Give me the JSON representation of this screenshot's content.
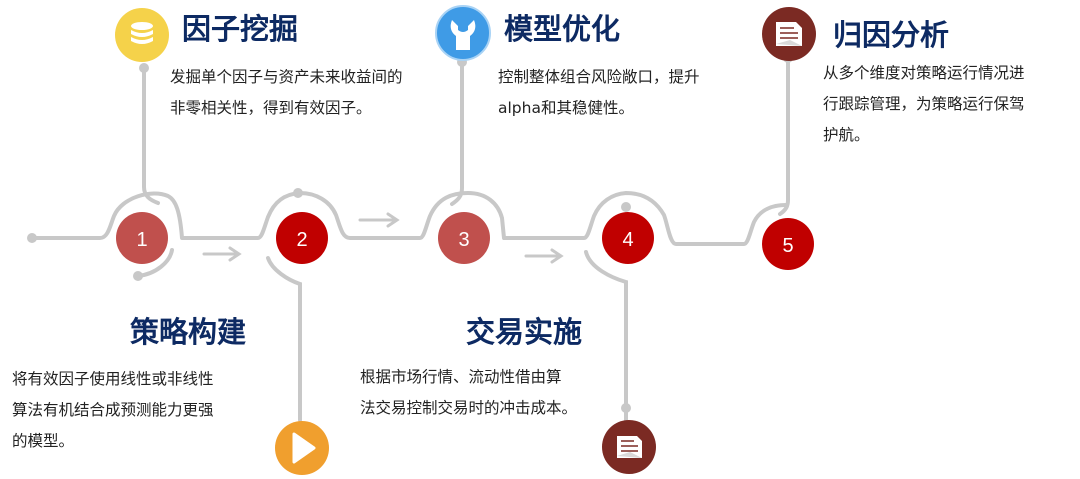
{
  "colors": {
    "line": "#c8c8c8",
    "step_light": "#c0504d",
    "step_dark": "#c00000",
    "title": "#0d2a63",
    "icon_yellow": "#f5d24a",
    "icon_blue": "#3f9be6",
    "icon_orange": "#f09f2e",
    "icon_brown": "#7b2a23"
  },
  "steps": [
    {
      "number": "1",
      "title": "因子挖掘",
      "icon": "database-icon",
      "desc_lines": [
        "发掘单个因子与资产未来收益间的",
        "非零相关性，得到有效因子。"
      ]
    },
    {
      "number": "2",
      "title": "策略构建",
      "icon": "play-icon",
      "desc_lines": [
        "将有效因子使用线性或非线性",
        "算法有机结合成预测能力更强",
        "的模型。"
      ]
    },
    {
      "number": "3",
      "title": "模型优化",
      "icon": "wrench-icon",
      "desc_lines": [
        "控制整体组合风险敞口，提升",
        "alpha和其稳健性。"
      ]
    },
    {
      "number": "4",
      "title": "交易实施",
      "icon": "document-icon",
      "desc_lines": [
        "根据市场行情、流动性借由算",
        "法交易控制交易时的冲击成本。"
      ]
    },
    {
      "number": "5",
      "title": "归因分析",
      "icon": "document-icon",
      "desc_lines": [
        "从多个维度对策略运行情况进",
        "行跟踪管理，为策略运行保驾",
        "护航。"
      ]
    }
  ]
}
